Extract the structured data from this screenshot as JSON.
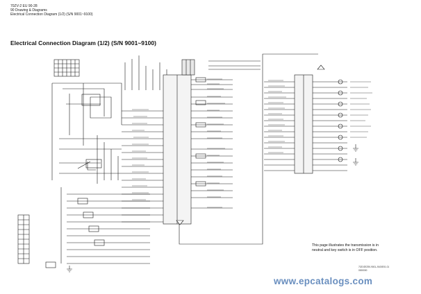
{
  "header": {
    "model": "70ZV-2 EU 90-28",
    "section": "90 Drawing & Diagrams",
    "subtitle": "Electrical Connection Diagram (1/2) (S/N 9001~9100)"
  },
  "title": "Electrical Connection Diagram (1/2) (S/N 9001~9100)",
  "note": {
    "line1": "This page illustrates the transmission is in",
    "line2": "neutral and key switch is in OFF position."
  },
  "doc_ref": {
    "line1": "70ZV2EZ90-9001–9100E01.01",
    "line2": "0000000"
  },
  "watermark": "www.epcatalogs.com",
  "colors": {
    "line": "#1a1a1a",
    "watermark": "#6a8fbf",
    "block": "#e8e8e8"
  },
  "icons": [
    "connector-up-arrow",
    "connector-down-arrow",
    "lamp-symbol",
    "ground-symbol"
  ]
}
